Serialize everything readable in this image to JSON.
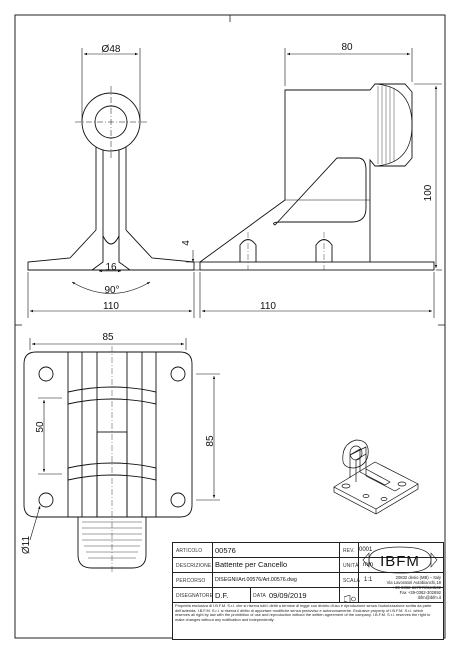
{
  "dimensions": {
    "top_left_diameter": "Ø48",
    "top_left_width": "16",
    "top_left_angle": "90°",
    "top_left_height": "4",
    "top_left_total": "110",
    "top_right_width": "80",
    "top_right_height": "100",
    "top_right_total": "110",
    "bottom_width": "85",
    "bottom_spacing_v": "50",
    "bottom_spacing_h": "85",
    "bottom_hole": "Ø11"
  },
  "title_block": {
    "articolo_label": "ARTICOLO",
    "articolo_value": "00576",
    "rev_label": "REV.",
    "rev_value": "0001",
    "descrizione_label": "DESCRIZIONE",
    "descrizione_value": "Battente per Cancello",
    "unita_label": "UNITÀ",
    "unita_value": "mm",
    "percorso_label": "PERCORSO",
    "percorso_value": "DISEGNI/Art.00576/Art.00576.dwg",
    "scala_label": "SCALA",
    "scala_value": "1:1",
    "disegnatore_label": "DISEGNATORE",
    "disegnatore_value": "D.F.",
    "data_label": "DATA",
    "data_value": "09/09/2019",
    "logo_text": "IBFM",
    "address_lines": [
      "20832 desio (MB) – Italy",
      "Via Lavoratori Autobianchi,18",
      "+39-0362-627078/624502",
      "Fax +39-0362-302692",
      "ibfm@ibfm.it"
    ],
    "legal_text": "Proprietà esclusiva di I.B.F.M. S.r.l. che si riserva tutti i diritti a termine di legge con divieto d'uso e riproduzione senza l'autorizzazione scritta da parte dell'azienda. I.B.F.M. S.r.l. si riserva il diritto di apportare modifiche senza preavviso e autonomamente. Exclusive property of I.B.F.M. S.r.l. which reserves all right by law with the prohibition of use and reproduction without the written agreement of the company. I.B.F.M. S.r.l. reserves the right to make changes without any notification and independently."
  }
}
